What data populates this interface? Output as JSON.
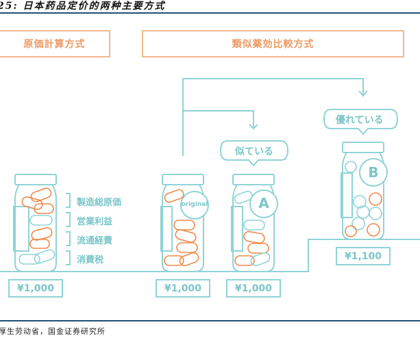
{
  "figure": {
    "title": "25: 日本药品定价的两种主要方式",
    "source": "厚生劳动省，国金证券研究所"
  },
  "headers": {
    "cost_method": "原価計算方式",
    "comparison_method": "類似薬効比較方式"
  },
  "cost_breakdown": [
    "製造総原価",
    "営業利益",
    "流通経費",
    "消費税"
  ],
  "bubbles": {
    "similar": "似ている",
    "superior": "優れている"
  },
  "badges": {
    "original": "original",
    "a": "A",
    "b": "B"
  },
  "prices": {
    "cost_jar": "¥1,000",
    "original_jar": "¥1,000",
    "a_jar": "¥1,000",
    "b_jar": "¥1,100"
  },
  "colors": {
    "teal": "#8fd3d6",
    "orange": "#f08a4b",
    "header_border": "#f3b78f",
    "rule": "#1f4e79"
  }
}
